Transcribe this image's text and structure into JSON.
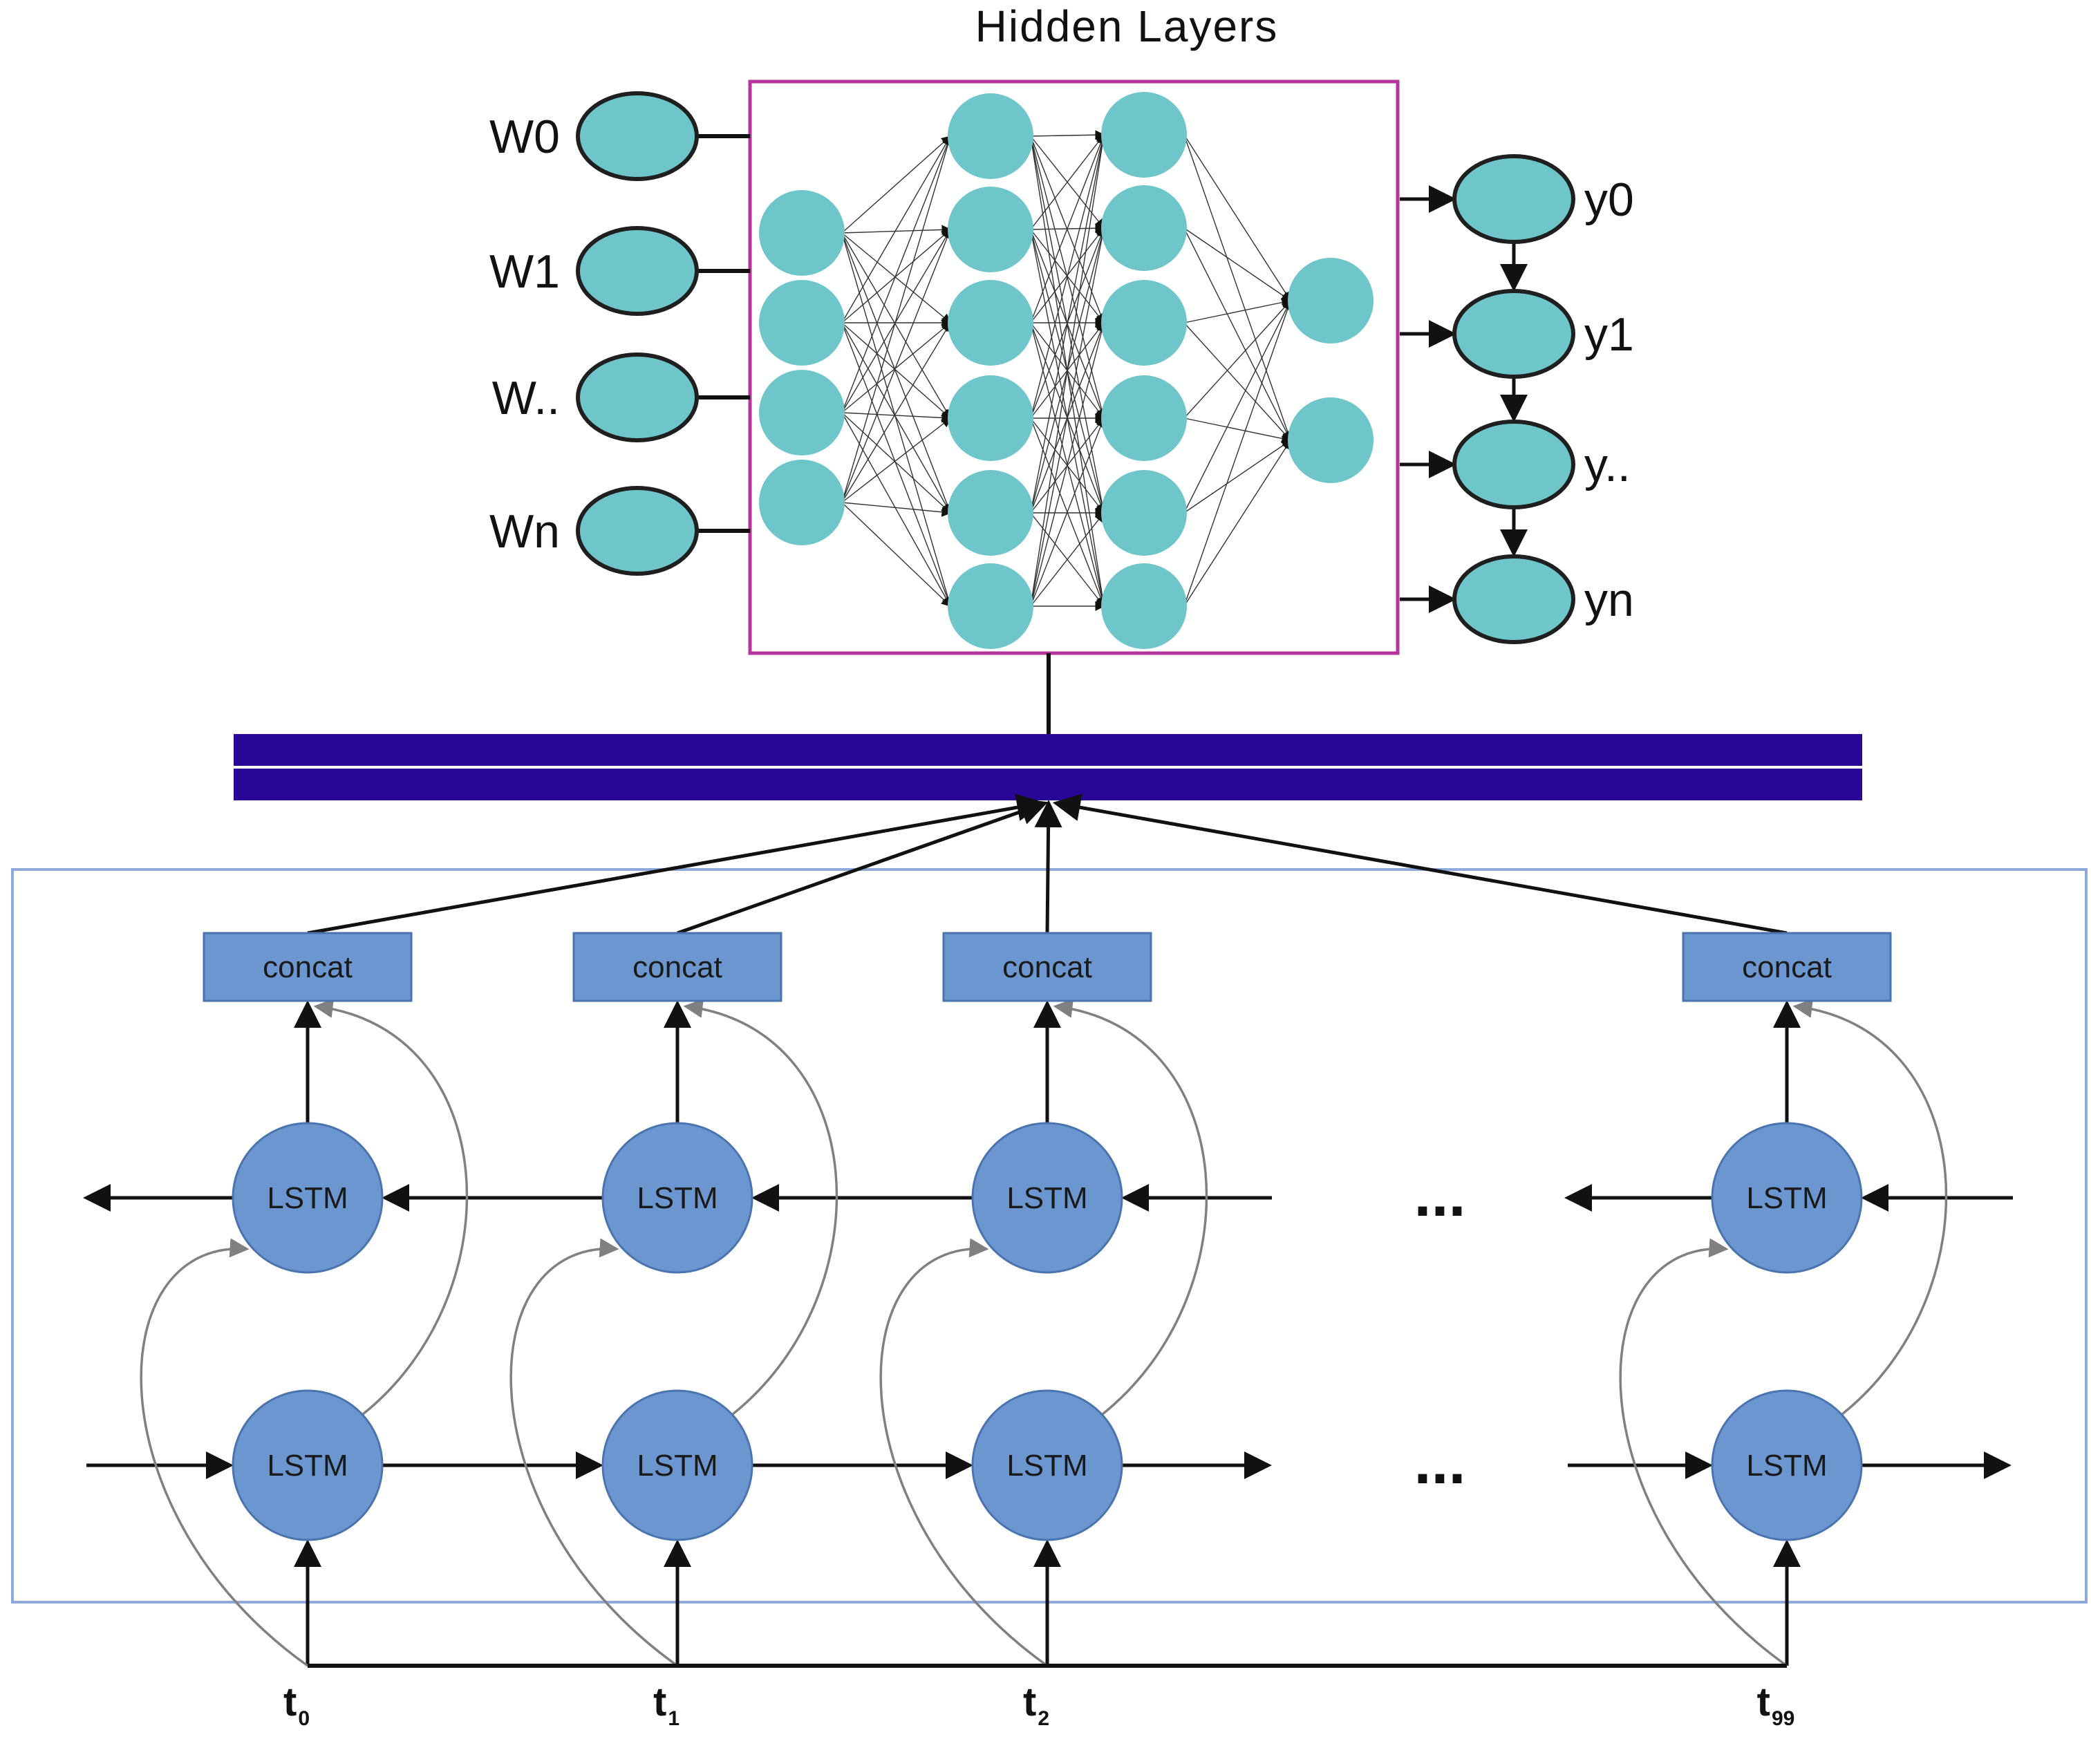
{
  "title": "Hidden Layers",
  "inputs": [
    "W0",
    "W1",
    "W..",
    "Wn"
  ],
  "outputs": [
    "y0",
    "y1",
    "y..",
    "yn"
  ],
  "hidden_layer_sizes": [
    4,
    6,
    6,
    2
  ],
  "concat_label": "concat",
  "lstm_label": "LSTM",
  "ellipsis": "...",
  "timesteps": [
    {
      "base": "t",
      "sub": "0"
    },
    {
      "base": "t",
      "sub": "1"
    },
    {
      "base": "t",
      "sub": "2"
    },
    {
      "base": "t",
      "sub": "99"
    }
  ],
  "colors": {
    "mlp_node": "#6ec6ca",
    "lstm_node": "#6b96cf",
    "hidden_frame": "#b5359b",
    "merge_bar": "#2a0696",
    "lstm_frame": "#8eaadb"
  }
}
